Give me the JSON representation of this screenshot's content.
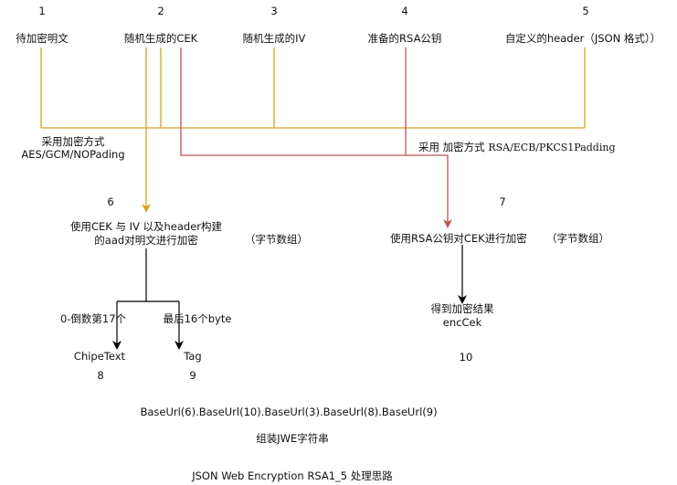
{
  "colors": {
    "gold": "#d6a21e",
    "red": "#b85450",
    "black": "#000000",
    "text": "#111111"
  },
  "inputs": [
    {
      "num": "1",
      "label": "待加密明文"
    },
    {
      "num": "2",
      "label": "随机生成的CEK"
    },
    {
      "num": "3",
      "label": "随机生成的IV"
    },
    {
      "num": "4",
      "label": "准备的RSA公钥"
    },
    {
      "num": "5",
      "label": "自定义的header（JSON 格式））"
    }
  ],
  "aes_note": {
    "line1": "采用加密方式",
    "line2": "AES/GCM/NOPading"
  },
  "rsa_note": {
    "prefix": "采用 加密方式 ",
    "algo": "RSA/ECB/PKCS1Padding"
  },
  "step6": {
    "num": "6",
    "line1": "使用CEK 与 IV 以及header构建",
    "line2": "的aad对明文进行加密",
    "note": "（字节数组）"
  },
  "step7": {
    "num": "7",
    "label": "使用RSA公钥对CEK进行加密",
    "note": "（字节数组）"
  },
  "split": {
    "left_label": "0-倒数第17个",
    "right_label": "最后16个byte"
  },
  "outputs": {
    "ciphertext": {
      "label": "ChipeText",
      "num": "8"
    },
    "tag": {
      "label": "Tag",
      "num": "9"
    },
    "enccek": {
      "line1": "得到加密结果",
      "line2": "encCek",
      "num": "10"
    }
  },
  "assembly": {
    "formula": "BaseUrl(6).BaseUrl(10).BaseUrl(3).BaseUrl(8).BaseUrl(9)",
    "caption": "组装JWE字符串"
  },
  "title": "JSON Web Encryption RSA1_5 处理思路"
}
